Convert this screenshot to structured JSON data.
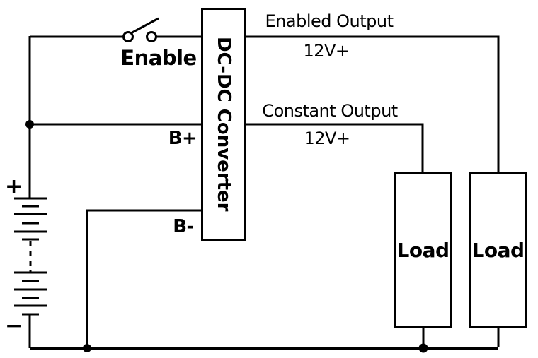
{
  "colors": {
    "line": "#000000",
    "background": "#ffffff",
    "text": "#000000"
  },
  "battery": {
    "positive_terminal": "+",
    "negative_terminal": "−"
  },
  "enable_switch": {
    "label": "Enable"
  },
  "converter": {
    "label": "DC-DC Converter",
    "terminal_b_plus": "B+",
    "terminal_b_minus": "B-"
  },
  "outputs": {
    "enabled": {
      "label": "Enabled Output",
      "voltage": "12V+"
    },
    "constant": {
      "label": "Constant Output",
      "voltage": "12V+"
    }
  },
  "loads": [
    {
      "label": "Load"
    },
    {
      "label": "Load"
    }
  ]
}
